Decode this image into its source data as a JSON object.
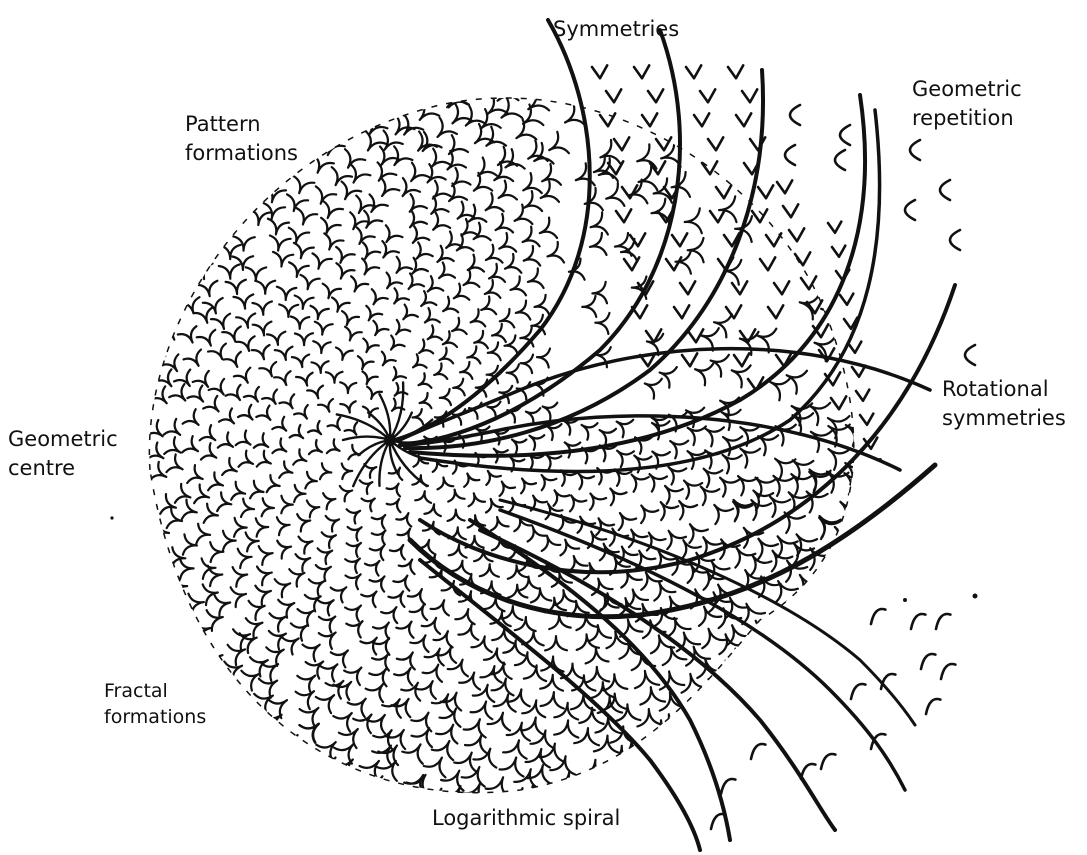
{
  "labels": {
    "symmetries": "Symmetries",
    "geometric_repetition": [
      "Geometric",
      "repetition"
    ],
    "pattern_formations": [
      "Pattern",
      "formations"
    ],
    "rotational_symmetries": [
      "Rotational",
      "symmetries"
    ],
    "geometric_centre": [
      "Geometric",
      "centre"
    ],
    "fractal_formations": [
      "Fractal",
      "formations"
    ],
    "logarithmic_spiral": "Logarithmic spiral"
  },
  "style": {
    "ink_color": "#111111",
    "background": "#ffffff"
  }
}
